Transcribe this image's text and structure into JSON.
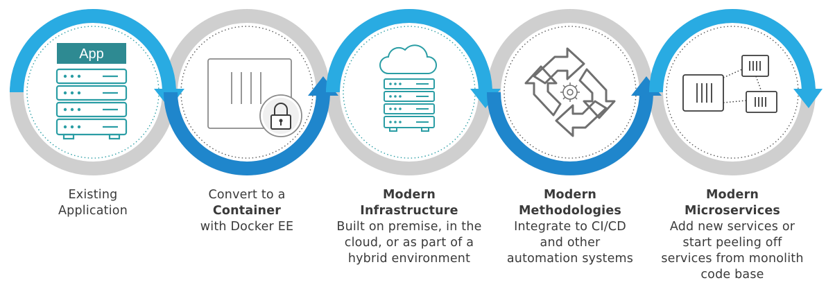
{
  "colors": {
    "ring_gray": "#cfcfcf",
    "arrow_light": "#29abe2",
    "arrow_dark": "#1f86cc",
    "teal": "#2a9da4",
    "app_banner": "#2e8a92",
    "icon_gray": "#8a8a8a",
    "icon_dark": "#3a3a3a",
    "text": "#3a3a3a"
  },
  "steps": [
    {
      "icon": "server-app-icon",
      "app_label": "App",
      "lines": [
        [
          "",
          "Existing"
        ],
        [
          "",
          "Application"
        ]
      ]
    },
    {
      "icon": "container-lock-icon",
      "lines": [
        [
          "",
          "Convert to a"
        ],
        [
          "b",
          "Container"
        ],
        [
          "",
          "with Docker EE"
        ]
      ]
    },
    {
      "icon": "cloud-server-icon",
      "lines": [
        [
          "b",
          "Modern"
        ],
        [
          "b",
          "Infrastructure"
        ],
        [
          "",
          "Built on premise, in the"
        ],
        [
          "",
          "cloud, or as part of a"
        ],
        [
          "",
          "hybrid environment"
        ]
      ]
    },
    {
      "icon": "cycle-gear-icon",
      "lines": [
        [
          "b",
          "Modern"
        ],
        [
          "b",
          "Methodologies"
        ],
        [
          "",
          "Integrate to CI/CD"
        ],
        [
          "",
          "and other"
        ],
        [
          "",
          "automation systems"
        ]
      ]
    },
    {
      "icon": "microservices-icon",
      "lines": [
        [
          "b",
          "Modern"
        ],
        [
          "b",
          "Microservices"
        ],
        [
          "",
          "Add new services or"
        ],
        [
          "",
          "start peeling off"
        ],
        [
          "",
          "services from monolith"
        ],
        [
          "",
          "code base"
        ]
      ]
    }
  ]
}
